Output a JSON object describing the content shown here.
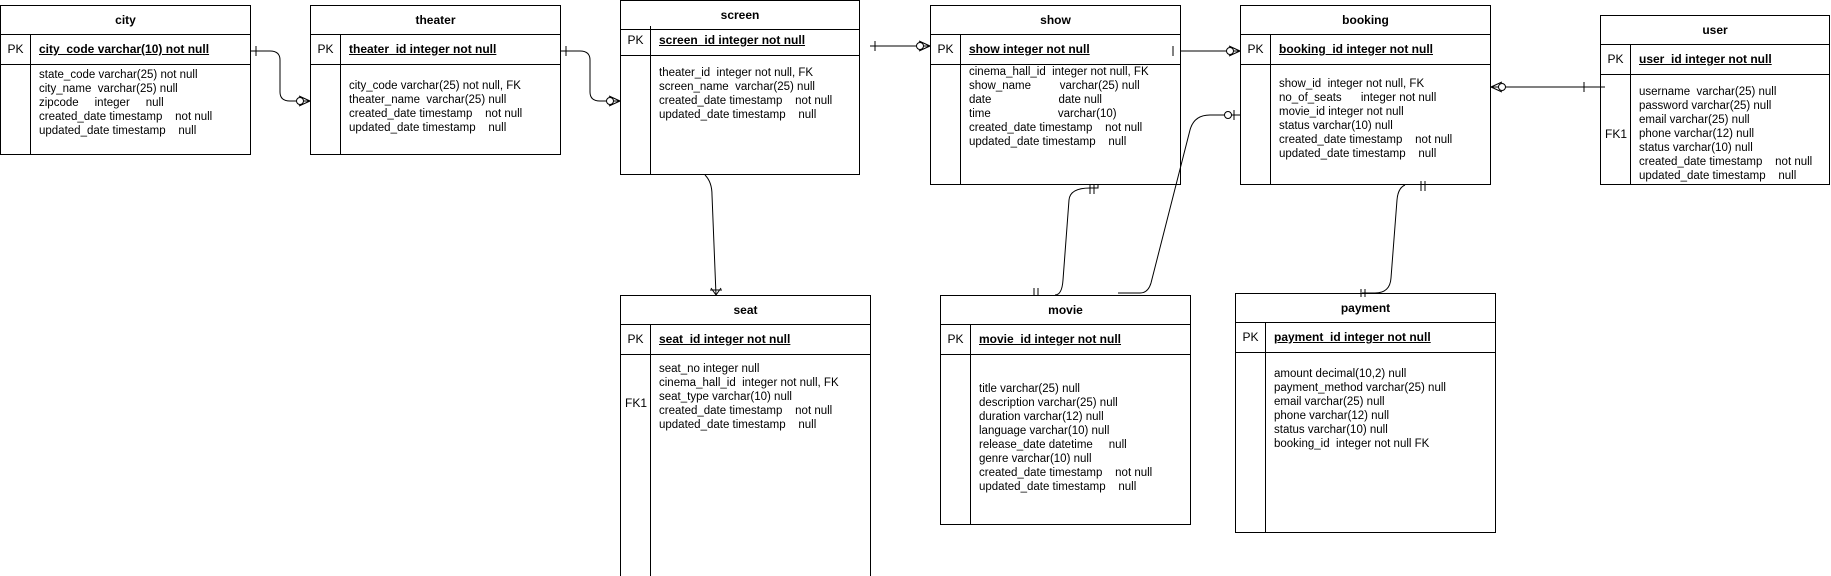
{
  "entities": {
    "city": {
      "name": "city",
      "pk_label": "PK",
      "pk": "city_code  varchar(10) not null",
      "attrs": "state_code varchar(25) not null\ncity_name  varchar(25) null\nzipcode     integer     null\ncreated_date timestamp    not null\nupdated_date timestamp    null"
    },
    "theater": {
      "name": "theater",
      "pk_label": "PK",
      "pk": "theater_id  integer not null",
      "attrs": "city_code varchar(25) not null, FK\ntheater_name  varchar(25) null\ncreated_date timestamp    not null\nupdated_date timestamp    null"
    },
    "screen": {
      "name": "screen",
      "pk_label": "PK",
      "pk": "screen_id  integer not null",
      "attrs": "theater_id  integer not null, FK\nscreen_name  varchar(25) null\ncreated_date timestamp    not null\nupdated_date timestamp    null"
    },
    "show": {
      "name": "show",
      "pk_label": "PK",
      "pk": "show integer not null",
      "attrs": "cinema_hall_id  integer not null, FK\nshow_name         varchar(25) null\ndate                     date null\ntime                     varchar(10)\ncreated_date timestamp    not null\nupdated_date timestamp    null"
    },
    "booking": {
      "name": "booking",
      "pk_label": "PK",
      "pk": "booking_id  integer not null",
      "attrs": "show_id  integer not null, FK\nno_of_seats      integer not null\nmovie_id integer not null\nstatus varchar(10) null\ncreated_date timestamp    not null\nupdated_date timestamp    null"
    },
    "user": {
      "name": "user",
      "pk_label": "PK",
      "pk": "user_id  integer not null",
      "fk_label": "FK1",
      "attrs": "username  varchar(25) null\npassword varchar(25) null\nemail varchar(25) null\nphone varchar(12) null\nstatus varchar(10) null\ncreated_date timestamp    not null\nupdated_date timestamp    null"
    },
    "seat": {
      "name": "seat",
      "pk_label": "PK",
      "pk": "seat_id  integer not null",
      "fk_label": "FK1",
      "attrs": "seat_no integer null\ncinema_hall_id  integer not null, FK\nseat_type varchar(10) null\ncreated_date timestamp    not null\nupdated_date timestamp    null"
    },
    "movie": {
      "name": "movie",
      "pk_label": "PK",
      "pk": "movie_id  integer not null",
      "attrs": "title varchar(25) null\ndescription varchar(25) null\nduration varchar(12) null\nlanguage varchar(10) null\nrelease_date datetime     null\ngenre varchar(10) null\ncreated_date timestamp    not null\nupdated_date timestamp    null"
    },
    "payment": {
      "name": "payment",
      "pk_label": "PK",
      "pk": "payment_id  integer not null",
      "attrs": "amount decimal(10,2) null\npayment_method varchar(25) null\nemail varchar(25) null\nphone varchar(12) null\nstatus varchar(10) null\nbooking_id  integer not null FK"
    }
  }
}
